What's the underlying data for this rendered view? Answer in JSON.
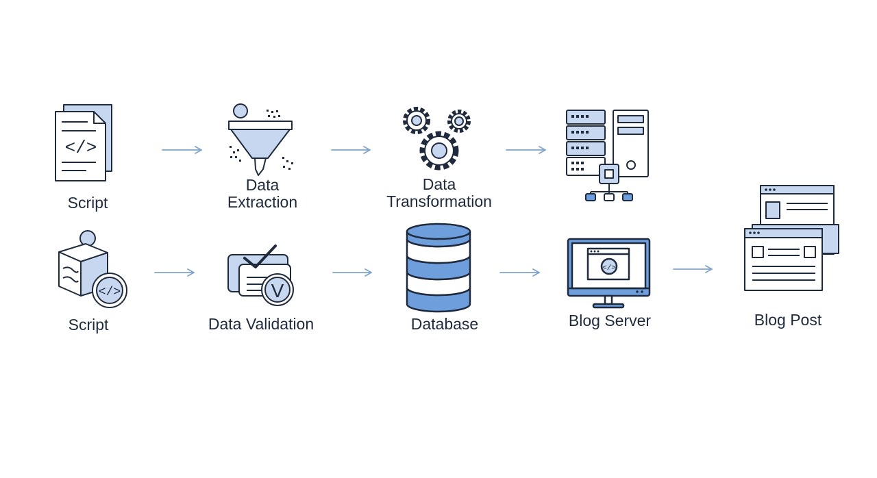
{
  "colors": {
    "stroke": "#1f2a3c",
    "fill_light": "#c6d7ef",
    "fill_mid": "#6f9edc",
    "arrow": "#7fa3cc",
    "paper": "#ffffff"
  },
  "nodes": {
    "script_doc": {
      "label": "Script",
      "icon": "code-document-icon"
    },
    "data_extraction": {
      "label_line1": "Data",
      "label_line2": "Extraction",
      "icon": "funnel-icon"
    },
    "data_transformation": {
      "label_line1": "Data",
      "label_line2": "Transformation",
      "icon": "gears-icon"
    },
    "server_rack": {
      "icon": "server-network-icon"
    },
    "script_box": {
      "label": "Script",
      "icon": "code-package-icon"
    },
    "data_validation": {
      "label": "Data Validation",
      "icon": "validation-check-icon"
    },
    "database": {
      "label": "Database",
      "icon": "database-icon"
    },
    "blog_server": {
      "label": "Blog Server",
      "icon": "monitor-code-icon"
    },
    "blog_post": {
      "label": "Blog Post",
      "icon": "browser-windows-icon"
    }
  },
  "glyphs": {
    "code": "</>",
    "check_letter": "V"
  }
}
